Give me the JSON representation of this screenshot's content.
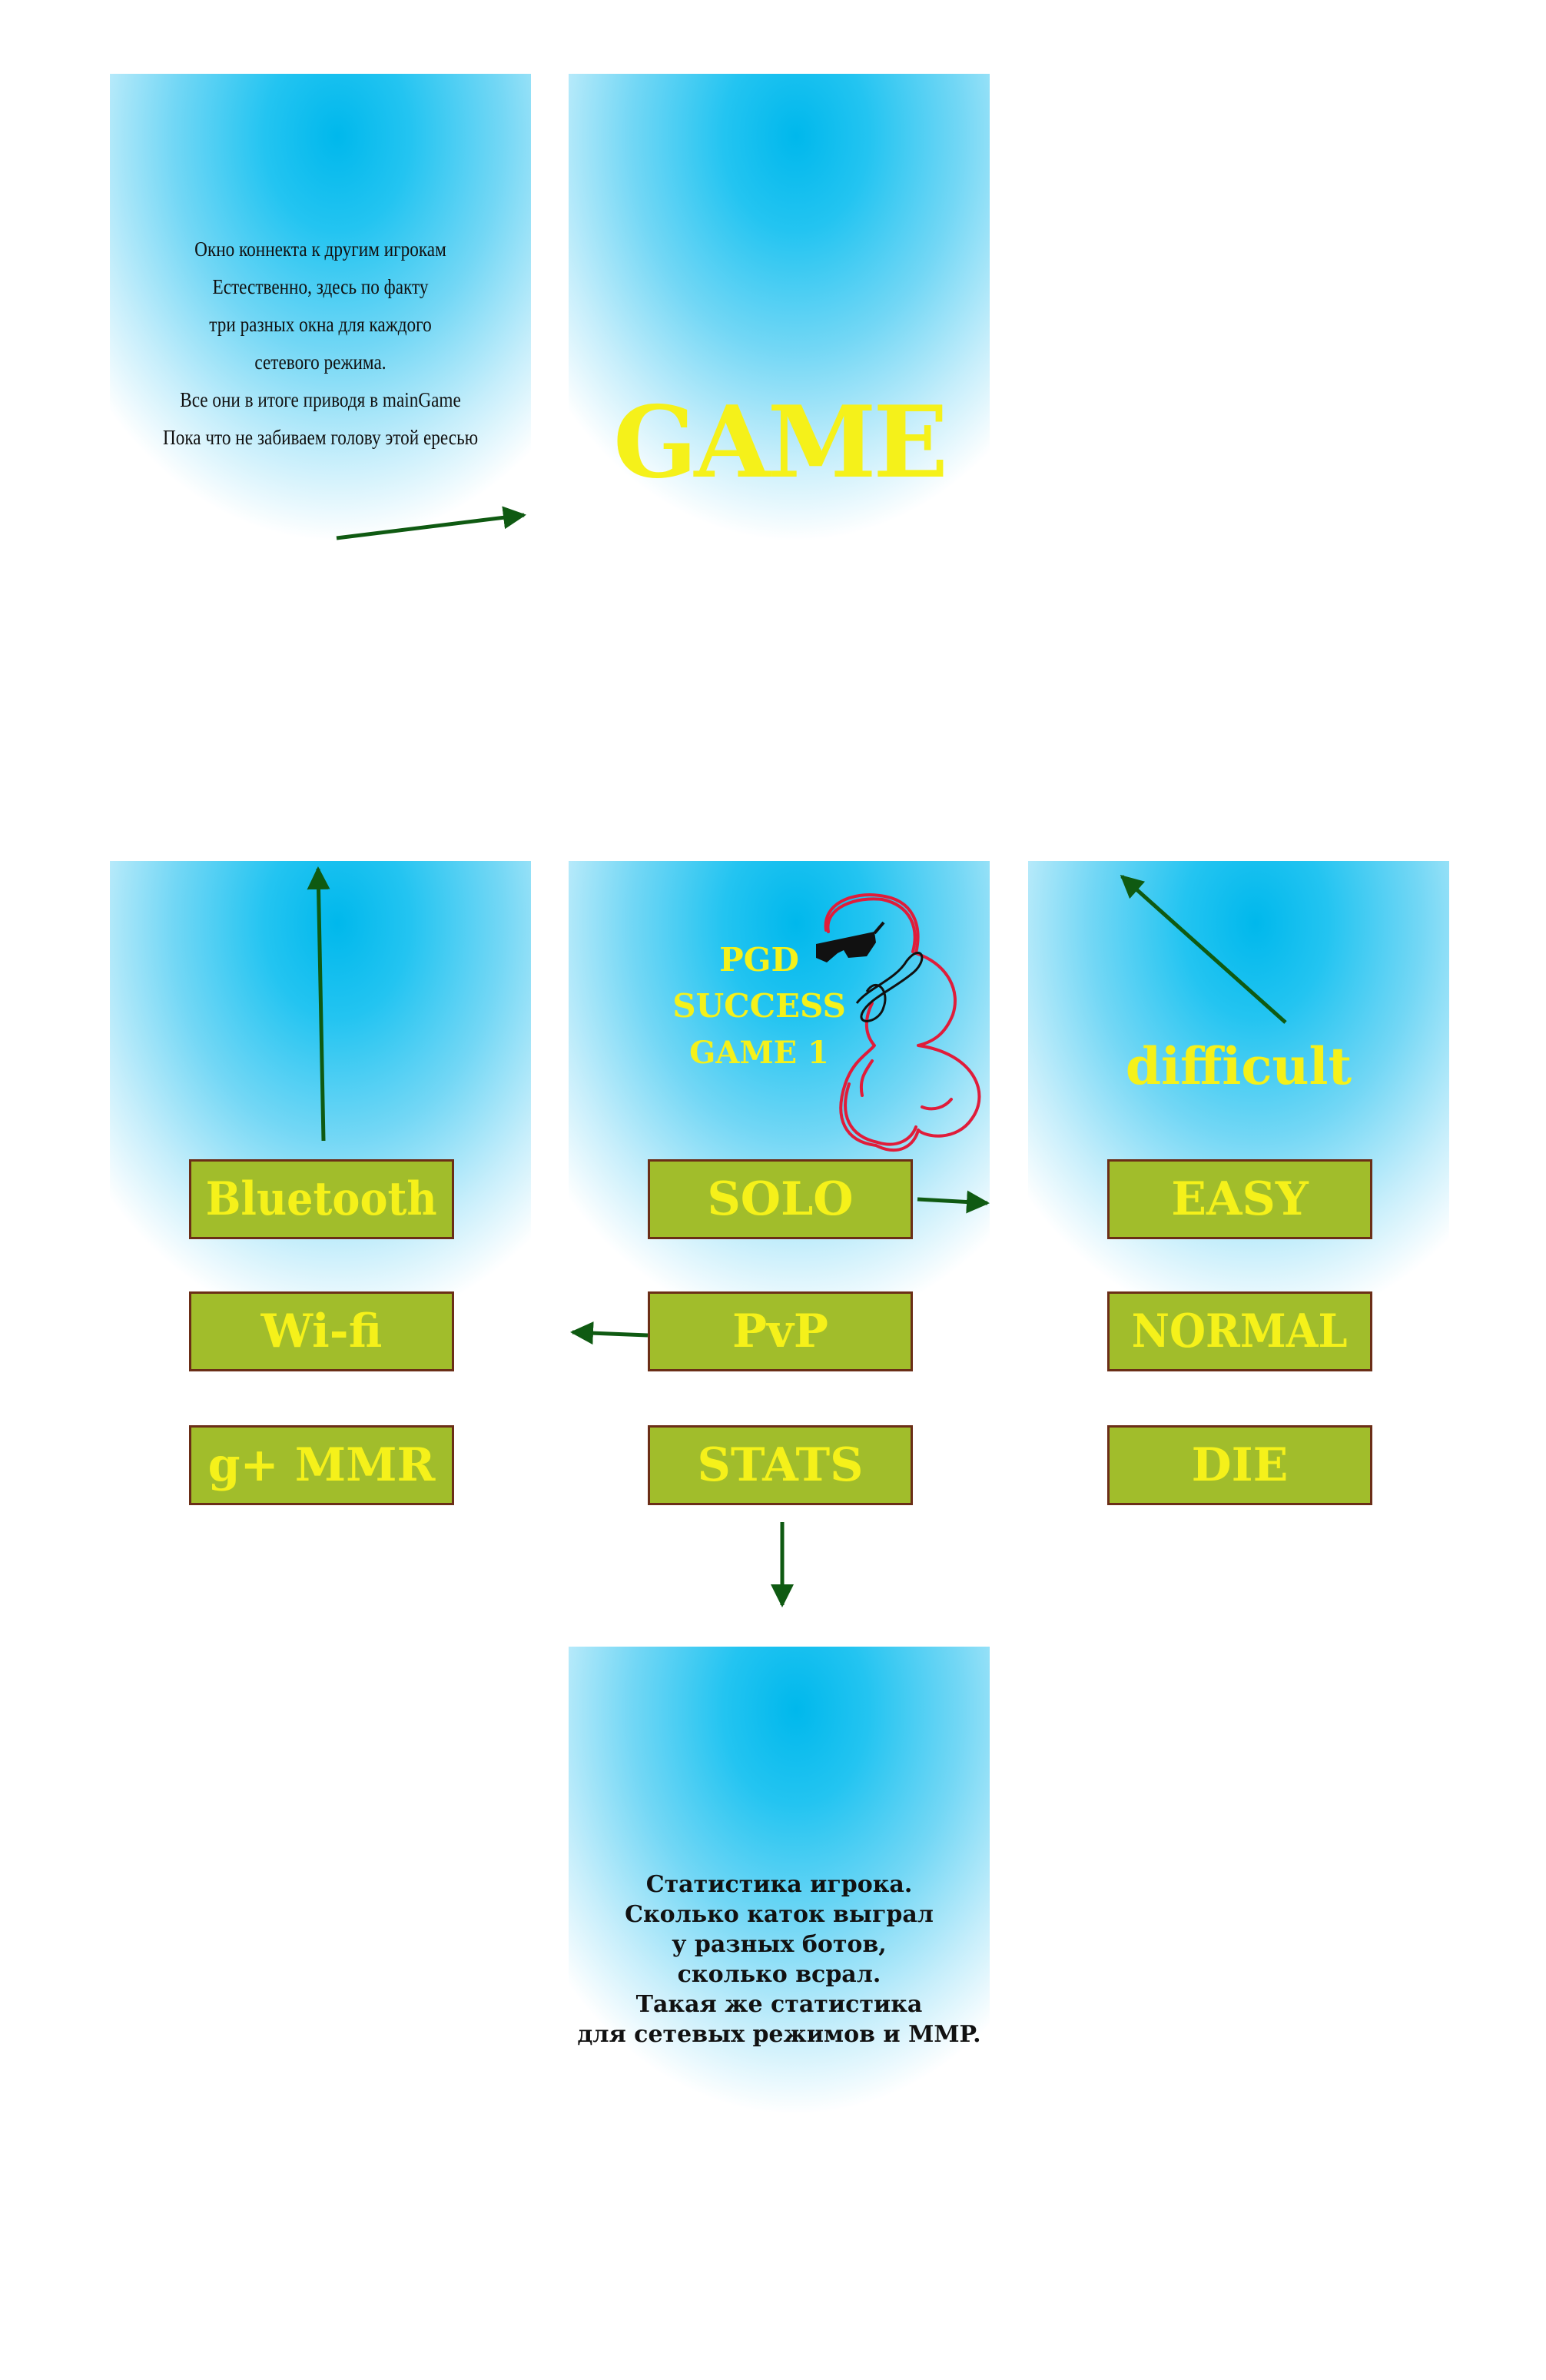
{
  "screens": {
    "connect": {
      "note": "Окно коннекта к другим игрокам\nЕстественно, здесь по факту\nтри разных окна для каждого\nсетевого режима.\nВсе они в итоге приводя в mainGame\nПока что не забиваем голову этой ересью"
    },
    "game": {
      "title": "GAME"
    },
    "network": {
      "buttons": [
        "Bluetooth",
        "Wi-fi",
        "g+ MMR"
      ]
    },
    "main_menu": {
      "logo_lines": [
        "PGD",
        "SUCCESS",
        "GAME 1"
      ],
      "buttons": [
        "SOLO",
        "PvP",
        "STATS"
      ]
    },
    "difficulty": {
      "label": "difficult",
      "buttons": [
        "EASY",
        "NORMAL",
        "DIE"
      ]
    },
    "stats": {
      "note": "Статистика игрока.\nСколько каток выграл\nу разных ботов,\nсколько всрал.\nТакая же статистика\nдля сетевых режимов и MMP."
    }
  },
  "colors": {
    "screen_gradient_core": "#00b8ec",
    "button_fill": "#a1bd2b",
    "button_border": "#6b2e17",
    "accent_text": "#f5f11a",
    "arrow": "#0f5a12",
    "doodle_outline": "#e01c3a"
  }
}
